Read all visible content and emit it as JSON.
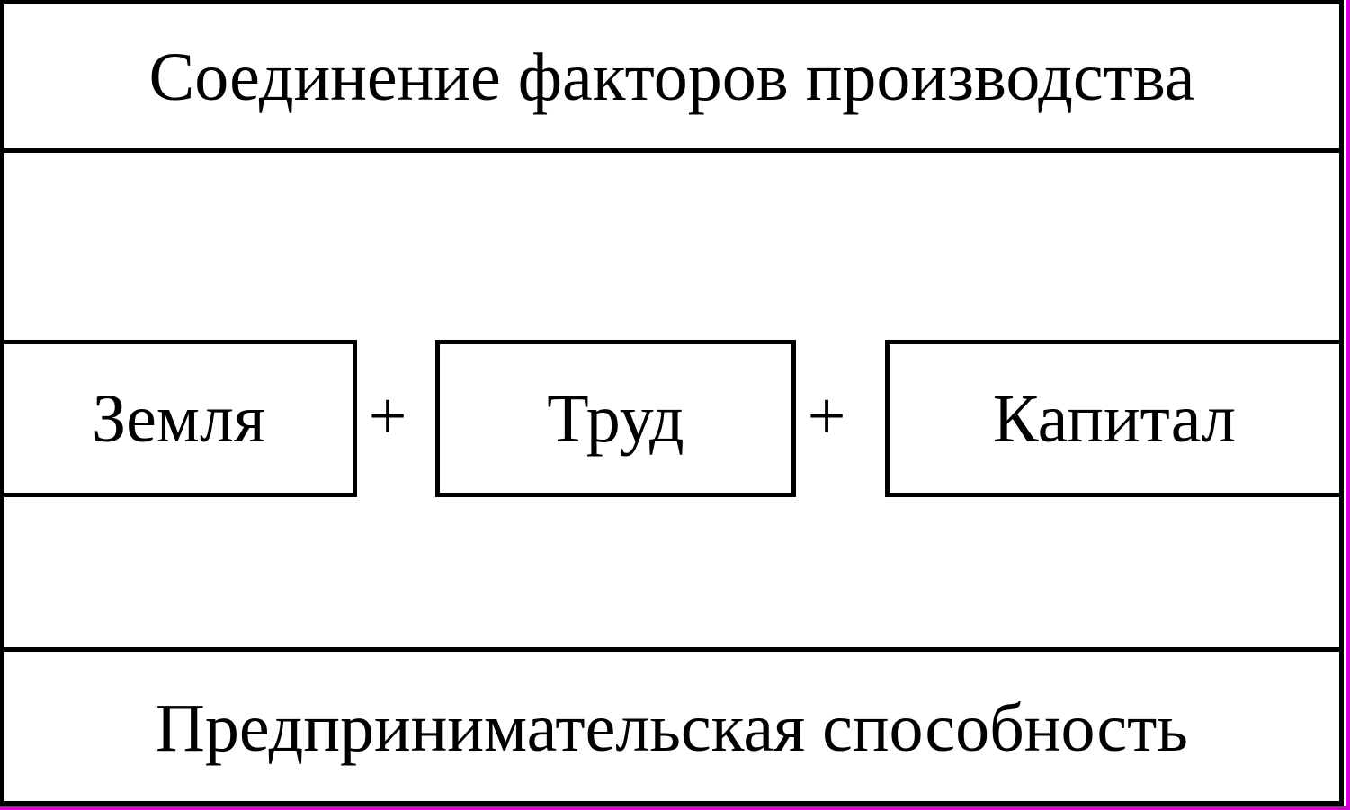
{
  "header": {
    "title": "Соединение факторов производства"
  },
  "factors": [
    {
      "label": "Земля"
    },
    {
      "label": "Труд"
    },
    {
      "label": "Капитал"
    }
  ],
  "operators": [
    "+",
    "+"
  ],
  "footer": {
    "label": "Предпринимательская способность"
  },
  "colors": {
    "line": "#000000",
    "background": "#ffffff",
    "edge": "#d600d6"
  }
}
